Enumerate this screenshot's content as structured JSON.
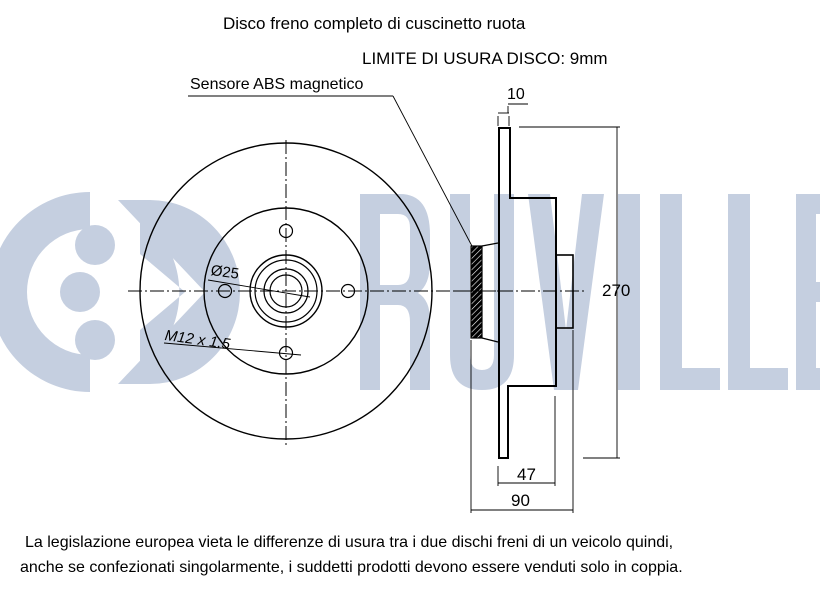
{
  "diagram": {
    "title": "Disco freno completo di cuscinetto ruota",
    "wear_limit": "LIMITE DI USURA DISCO: 9mm",
    "callouts": {
      "abs_sensor": "Sensore ABS magnetico"
    },
    "front_view": {
      "center_bore_label": "Ø25",
      "bolt_thread_label": "M12 x 1.5",
      "bolt_holes": 4
    },
    "side_view": {
      "disc_thickness": "10",
      "disc_diameter": "270",
      "hub_height": "47",
      "total_height": "90"
    },
    "watermark": {
      "brand": "RUVILLE",
      "color": "#c5cfe0"
    },
    "line_color": "#000000"
  },
  "notice": {
    "line1": "La legislazione europea vieta le differenze di usura tra i due dischi freni di un veicolo quindi,",
    "line2": "anche se confezionati singolarmente, i suddetti prodotti devono essere venduti solo in coppia."
  }
}
